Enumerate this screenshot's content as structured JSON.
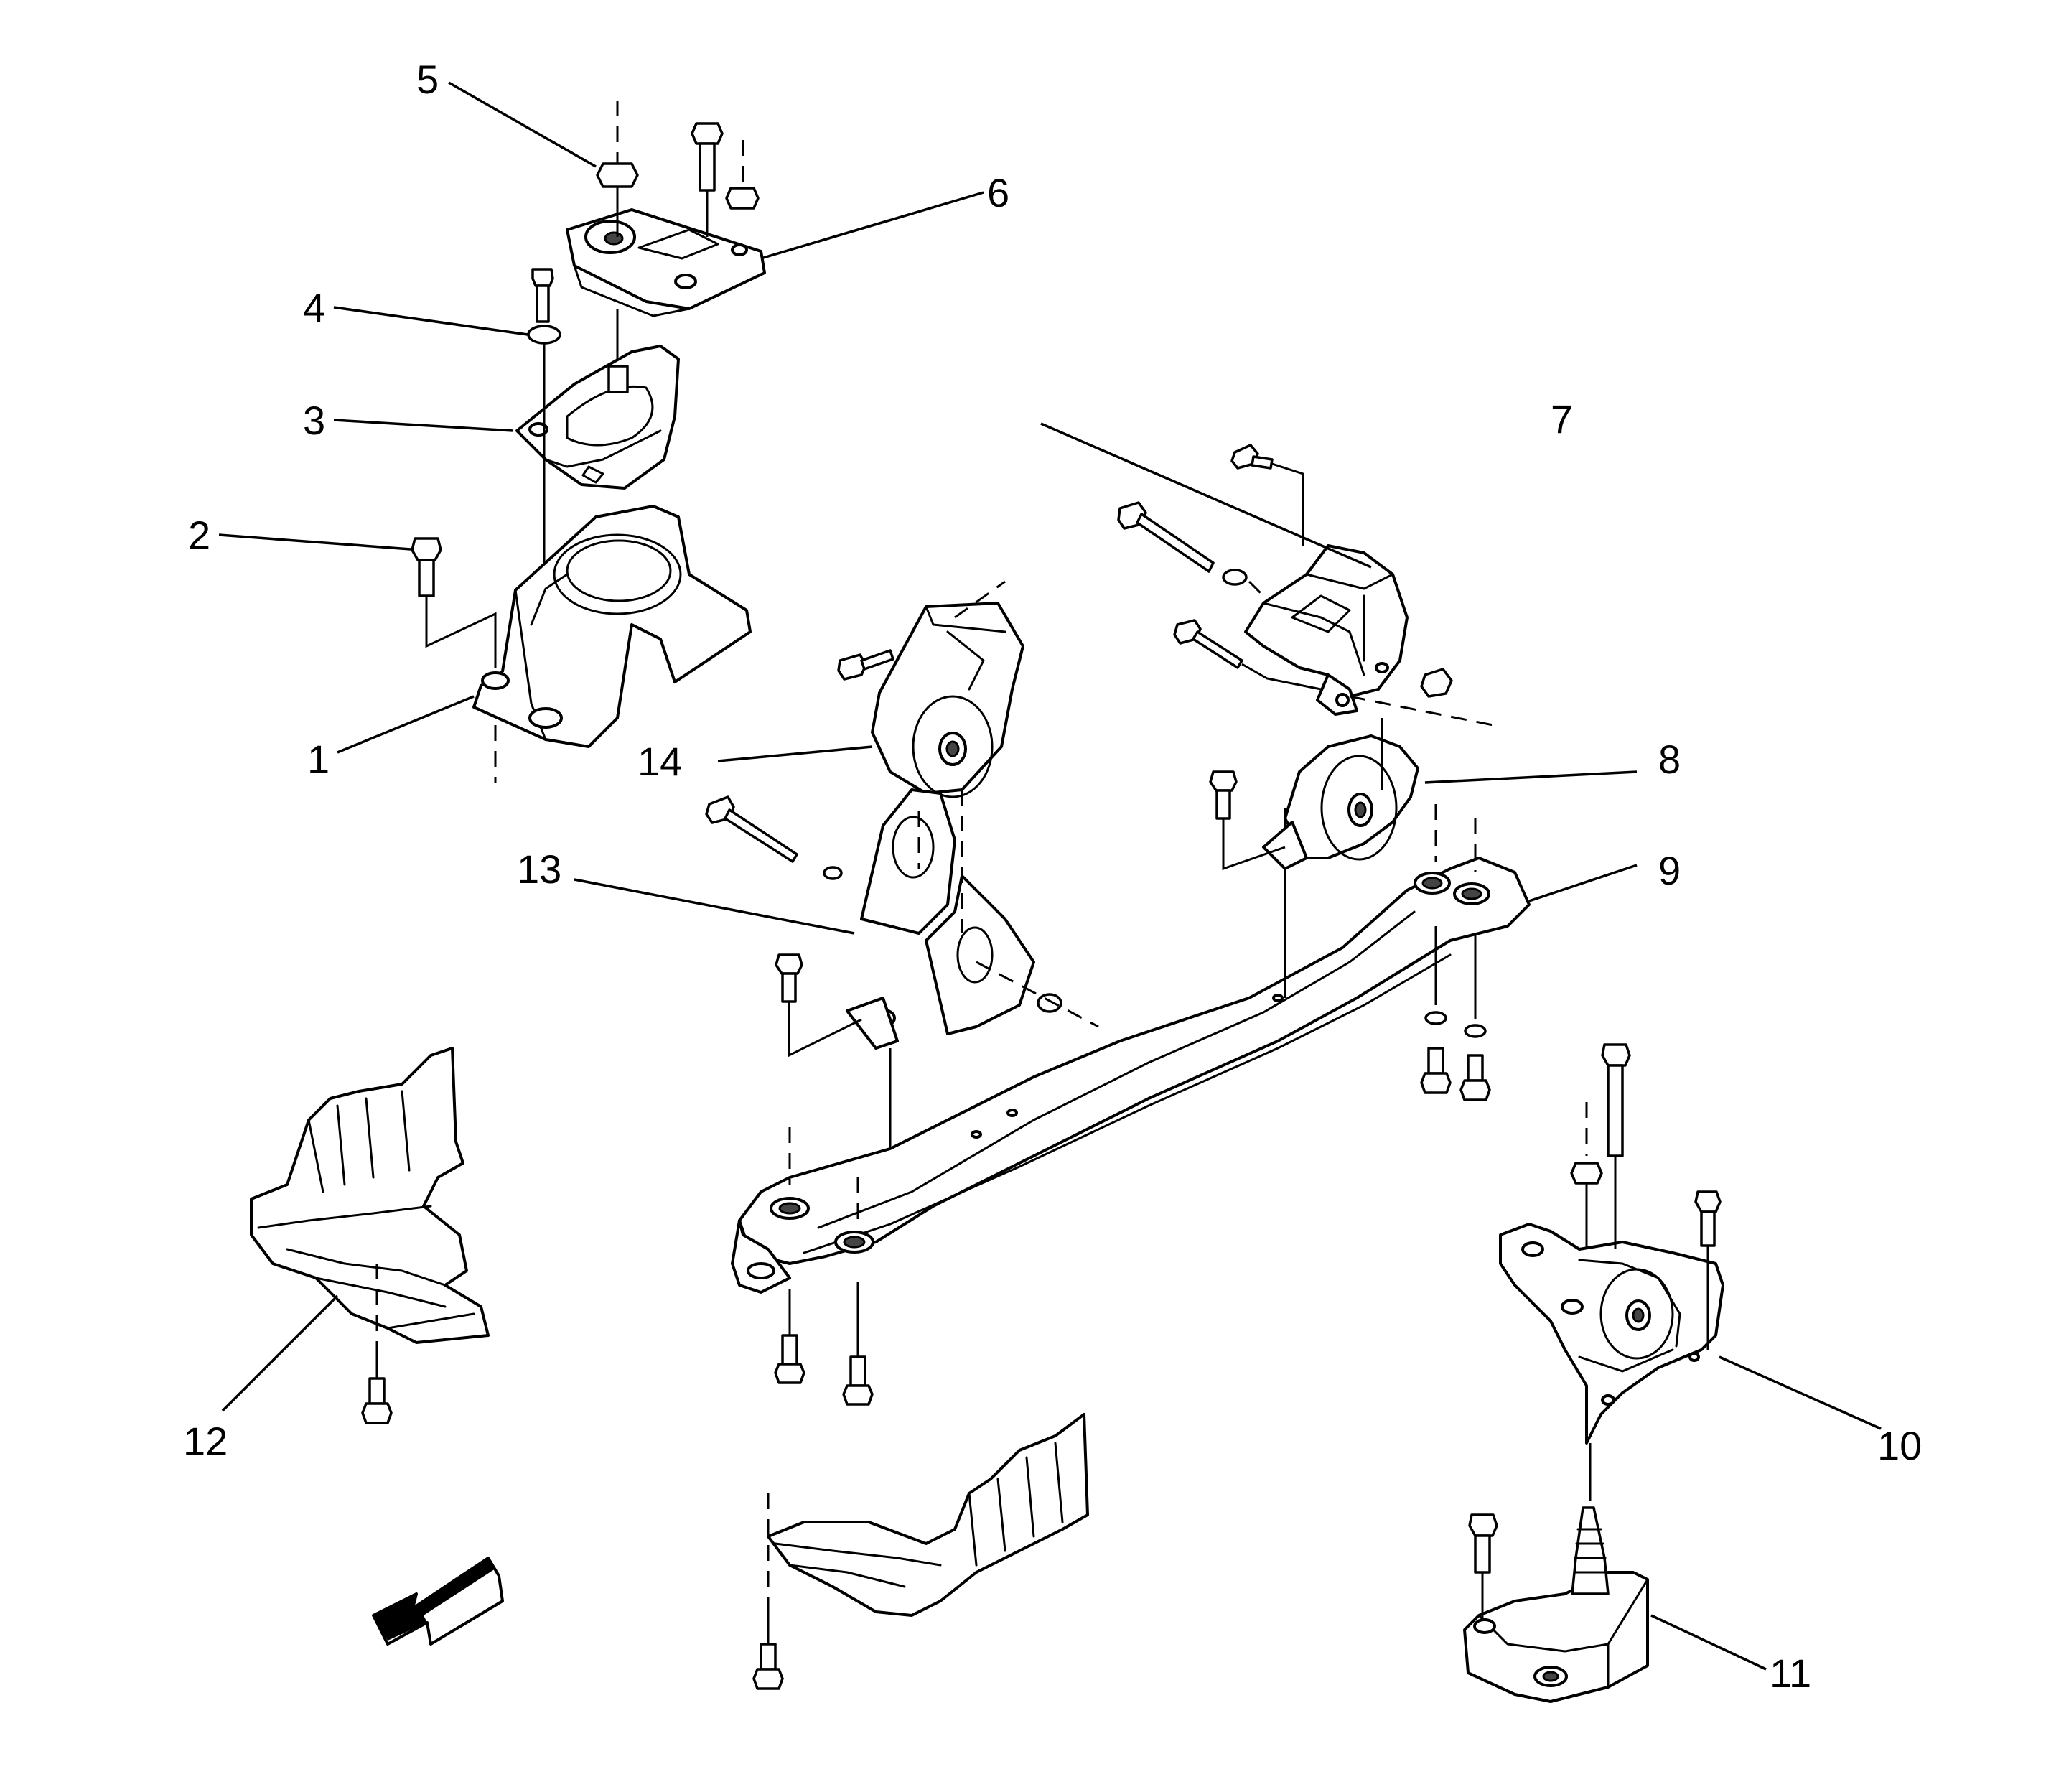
{
  "diagram": {
    "callouts": [
      {
        "id": "1",
        "label": "1"
      },
      {
        "id": "2",
        "label": "2"
      },
      {
        "id": "3",
        "label": "3"
      },
      {
        "id": "4",
        "label": "4"
      },
      {
        "id": "5",
        "label": "5"
      },
      {
        "id": "6",
        "label": "6"
      },
      {
        "id": "7",
        "label": "7"
      },
      {
        "id": "8",
        "label": "8"
      },
      {
        "id": "9",
        "label": "9"
      },
      {
        "id": "10",
        "label": "10"
      },
      {
        "id": "11",
        "label": "11"
      },
      {
        "id": "12",
        "label": "12"
      },
      {
        "id": "13",
        "label": "13"
      },
      {
        "id": "14",
        "label": "14"
      }
    ],
    "icons": {
      "front_arrow": "front-direction-arrow-icon"
    }
  }
}
